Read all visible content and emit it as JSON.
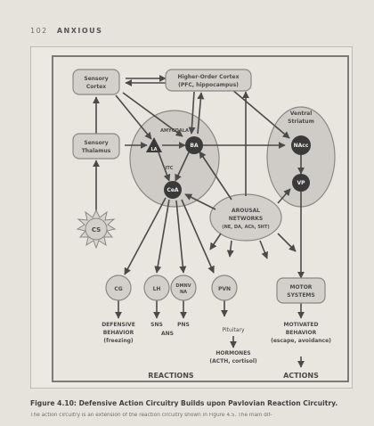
{
  "header": {
    "page_number": "102",
    "running_title": "ANXIOUS"
  },
  "diagram": {
    "sensory_cortex": [
      "Sensory",
      "Cortex"
    ],
    "higher_order_cortex": [
      "Higher-Order Cortex",
      "(PFC, hippocampus)"
    ],
    "sensory_thalamus": [
      "Sensory",
      "Thalamus"
    ],
    "amygdala": "AMYGDALA",
    "la": "LA",
    "ba": "BA",
    "itc": "ITC",
    "cea": "CeA",
    "ventral_striatum": [
      "Ventral",
      "Striatum"
    ],
    "nacc": "NAcc",
    "vp": "VP",
    "arousal": [
      "AROUSAL",
      "NETWORKS",
      "(NE, DA, ACh, 5HT)"
    ],
    "cs": "CS",
    "cg": "CG",
    "lh": "LH",
    "dmnv": [
      "DMNV",
      "NA"
    ],
    "pvn": "PVN",
    "motor_systems": [
      "MOTOR",
      "SYSTEMS"
    ],
    "defensive_behavior": [
      "DEFENSIVE",
      "BEHAVIOR",
      "(freezing)"
    ],
    "sns": "SNS",
    "ans": "ANS",
    "pns": "PNS",
    "pituitary": "Pituitary",
    "hormones": [
      "HORMONES",
      "(ACTH, cortisol)"
    ],
    "motivated_behavior": [
      "MOTIVATED",
      "BEHAVIOR",
      "(escape, avoidance)"
    ],
    "reactions": "REACTIONS",
    "actions": "ACTIONS"
  },
  "caption": {
    "title": "Figure 4.10: Defensive Action Circuitry Builds upon Pavlovian Reaction Circuitry.",
    "body": "The action circuitry is an extension of the reaction circuitry shown in Figure 4.5. The main dif-"
  },
  "colors": {
    "node_fill": "#d3d0cb",
    "node_stroke": "#8a8884",
    "dark_node": "#3a3a3a",
    "region_fill": "#cfccc7",
    "arrow": "#4a4a4a",
    "text": "#4a4a4a"
  }
}
